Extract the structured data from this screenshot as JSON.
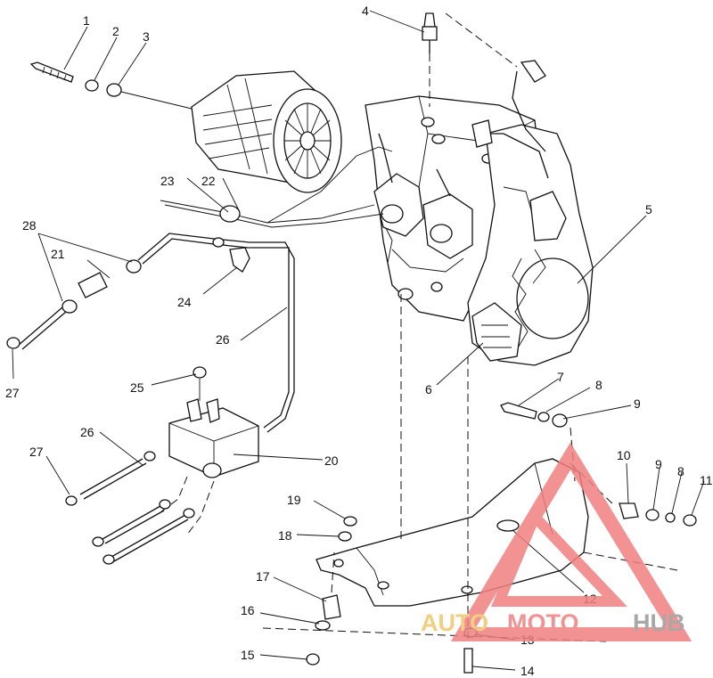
{
  "callouts": [
    {
      "id": "c1",
      "label": "1"
    },
    {
      "id": "c2",
      "label": "2"
    },
    {
      "id": "c3",
      "label": "3"
    },
    {
      "id": "c4",
      "label": "4"
    },
    {
      "id": "c5",
      "label": "5"
    },
    {
      "id": "c6",
      "label": "6"
    },
    {
      "id": "c7",
      "label": "7"
    },
    {
      "id": "c8a",
      "label": "8"
    },
    {
      "id": "c9a",
      "label": "9"
    },
    {
      "id": "c10",
      "label": "10"
    },
    {
      "id": "c9b",
      "label": "9"
    },
    {
      "id": "c8b",
      "label": "8"
    },
    {
      "id": "c11",
      "label": "11"
    },
    {
      "id": "c12",
      "label": "12"
    },
    {
      "id": "c13",
      "label": "13"
    },
    {
      "id": "c14",
      "label": "14"
    },
    {
      "id": "c15",
      "label": "15"
    },
    {
      "id": "c16",
      "label": "16"
    },
    {
      "id": "c17",
      "label": "17"
    },
    {
      "id": "c18",
      "label": "18"
    },
    {
      "id": "c19",
      "label": "19"
    },
    {
      "id": "c20",
      "label": "20"
    },
    {
      "id": "c21",
      "label": "21"
    },
    {
      "id": "c22",
      "label": "22"
    },
    {
      "id": "c23",
      "label": "23"
    },
    {
      "id": "c24",
      "label": "24"
    },
    {
      "id": "c25",
      "label": "25"
    },
    {
      "id": "c26a",
      "label": "26"
    },
    {
      "id": "c26b",
      "label": "26"
    },
    {
      "id": "c27a",
      "label": "27"
    },
    {
      "id": "c27b",
      "label": "27"
    },
    {
      "id": "c28",
      "label": "28"
    }
  ],
  "watermark": {
    "part1": "AUTO",
    "part2": "MOTO",
    "part3": "HUB",
    "color_gold": "#f2c56b",
    "color_red": "#f08080",
    "color_grey": "#9a9a9a"
  }
}
